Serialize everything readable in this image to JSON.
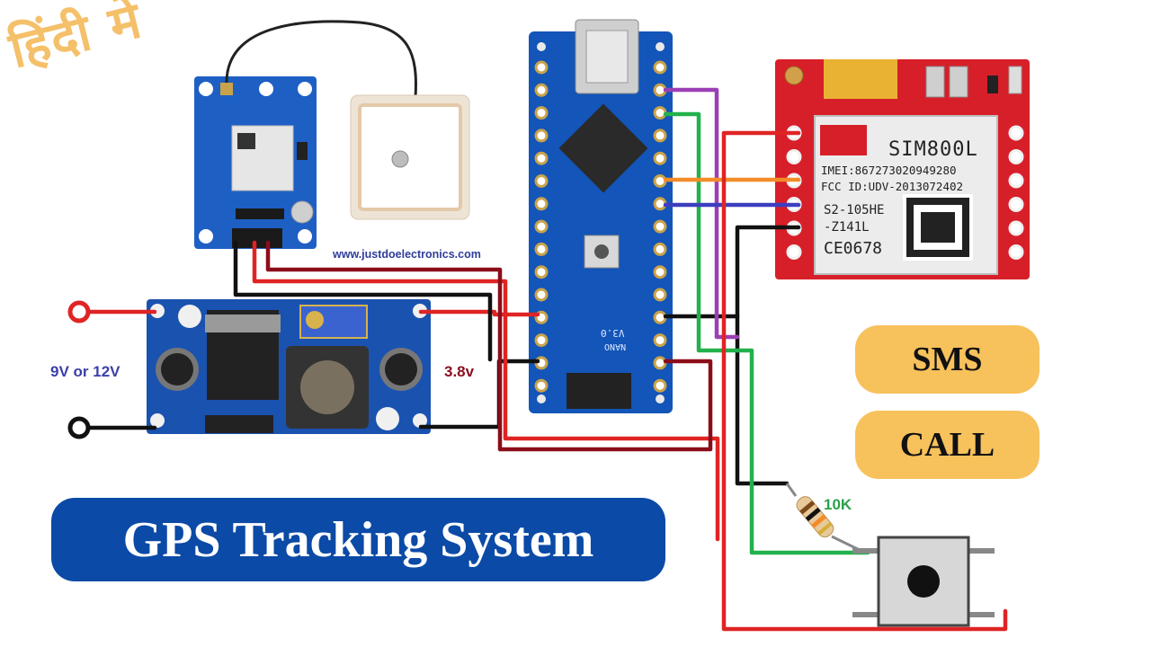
{
  "header": {
    "hindi_badge": "हिंदी में"
  },
  "watermark": {
    "site": "www.justdoelectronics.com"
  },
  "labels": {
    "input_voltage": "9V or 12V",
    "output_voltage": "3.8v",
    "resistor_value": "10K"
  },
  "modules": {
    "sim": {
      "brand": "SIM800L",
      "imei": "IMEI:867273020949280",
      "fcc": "FCC ID:UDV-2013072402",
      "code_line1": "S2-105HE",
      "code_line2": "-Z141L",
      "ce": "CE0678"
    },
    "nano": {
      "version": "V3.0",
      "name": "NANO"
    }
  },
  "buttons": {
    "sms": "SMS",
    "call": "CALL"
  },
  "title": "GPS Tracking System",
  "colors": {
    "title_bg": "#0b4aa6",
    "pill_bg": "#f7c15c",
    "wire_red": "#e02424",
    "wire_darkred": "#8b0d1a",
    "wire_black": "#111111",
    "wire_green": "#22b14c",
    "wire_purple": "#9b3fb5",
    "wire_orange": "#f28c28",
    "wire_blue": "#3c3fbf",
    "gps_board": "#1e5fc4",
    "nano_board": "#1355b8",
    "sim_board": "#d71f2a",
    "buck_board": "#1a52b0"
  }
}
